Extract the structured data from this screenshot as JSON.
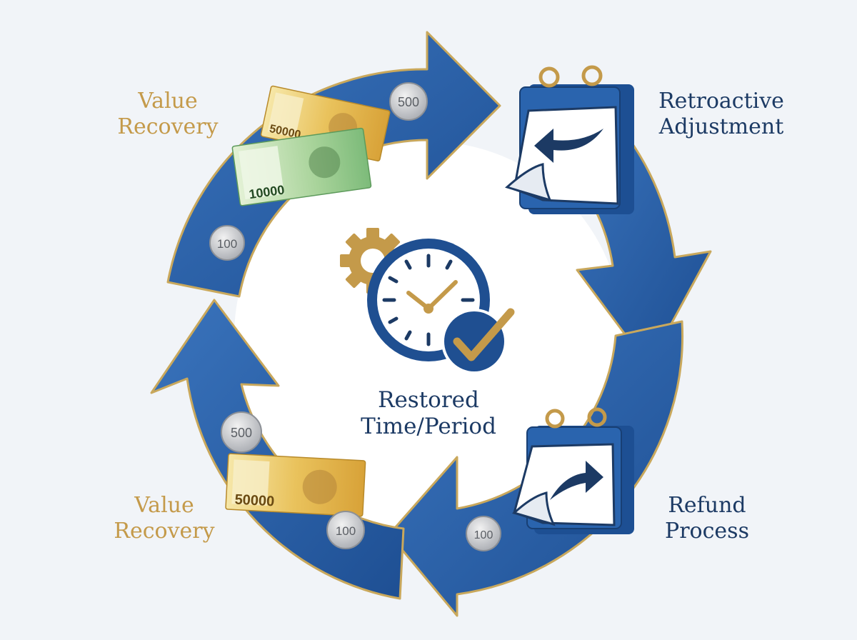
{
  "labels": {
    "top_left": {
      "line1": "Value",
      "line2": "Recovery"
    },
    "top_right": {
      "line1": "Retroactive",
      "line2": "Adjustment"
    },
    "bottom_left": {
      "line1": "Value",
      "line2": "Recovery"
    },
    "bottom_right": {
      "line1": "Refund",
      "line2": "Process"
    },
    "center": {
      "line1": "Restored",
      "line2": "Time/Period"
    }
  },
  "coins": [
    "500",
    "100",
    "500",
    "100",
    "100"
  ],
  "banknotes": [
    "50000",
    "10000",
    "50000"
  ],
  "colors": {
    "arrow_blue": "#2b62a8",
    "arrow_dark": "#1e4a86",
    "gold": "#c49a4a",
    "navy": "#1c3a64",
    "background": "#f1f4f8"
  },
  "icons": [
    "calendar-back-arrow-icon",
    "calendar-forward-arrow-icon",
    "clock-icon",
    "gear-icon",
    "checkmark-icon"
  ]
}
